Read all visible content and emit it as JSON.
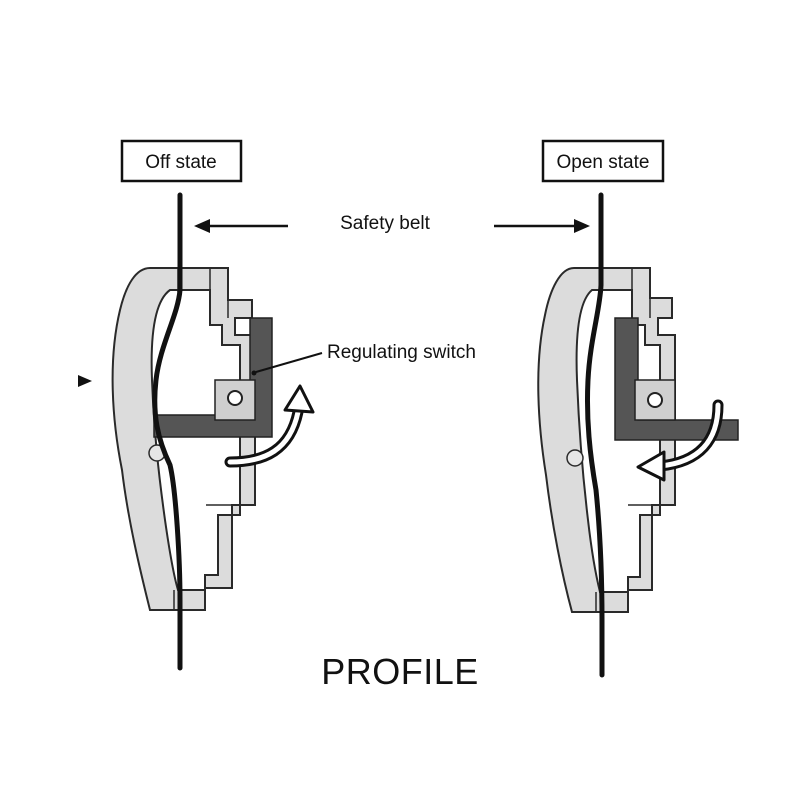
{
  "labels": {
    "off_state": "Off state",
    "open_state": "Open state",
    "safety_belt": "Safety belt",
    "regulating_switch": "Regulating switch",
    "title": "PROFILE"
  },
  "colors": {
    "housing_fill": "#dcdcdc",
    "housing_stroke": "#2a2a2a",
    "switch_fill": "#555555",
    "belt": "#111111",
    "background": "#ffffff"
  }
}
